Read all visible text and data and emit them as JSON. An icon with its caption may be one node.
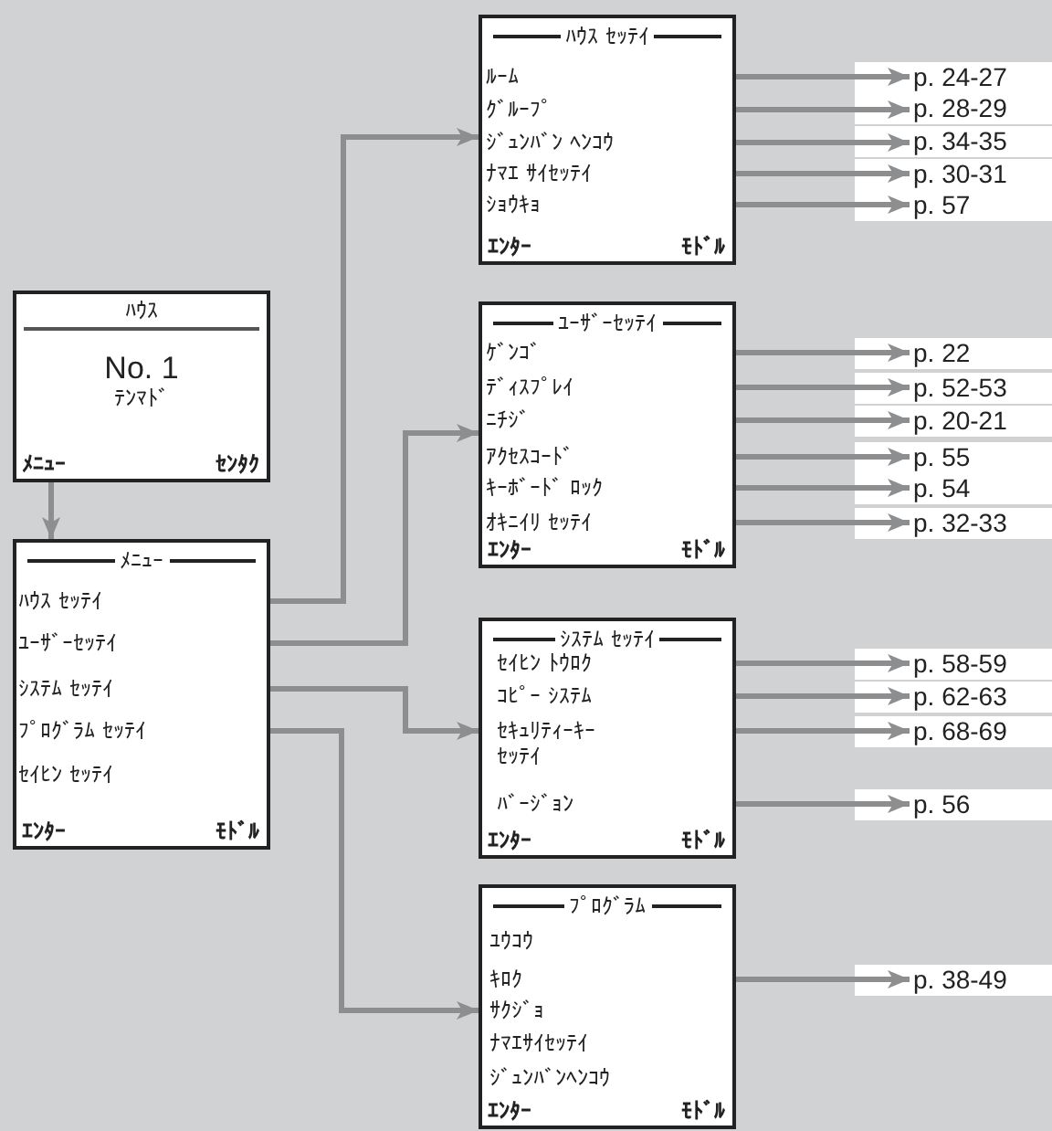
{
  "diagram": {
    "nodes": [
      {
        "text": [
          "ﾊｳｽ",
          "No. 1",
          "ﾃﾝﾏﾄﾞ",
          "ﾒﾆｭｰ",
          "ｾﾝﾀｸ"
        ]
      },
      {
        "text": [
          "ﾒﾆｭｰ",
          "ｴﾝﾀｰ",
          "ﾓﾄﾞﾙ"
        ]
      },
      {
        "text": [
          "ﾊｳｽ ｾｯﾃｲ"
        ],
        "in": 1
      },
      {
        "text": [
          "ﾕｰｻﾞｰｾｯﾃｲ"
        ],
        "in": 1
      },
      {
        "text": [
          "ｼｽﾃﾑ ｾｯﾃｲ"
        ],
        "in": 1
      },
      {
        "text": [
          "ﾌﾟﾛｸﾞﾗﾑ ｾｯﾃｲ"
        ],
        "in": 1
      },
      {
        "text": [
          "ｾｲﾋﾝ ｾｯﾃｲ"
        ],
        "in": 1
      },
      {
        "text": [
          "ﾊｳｽ ｾｯﾃｲ",
          "ｴﾝﾀｰ",
          "ﾓﾄﾞﾙ"
        ]
      },
      {
        "text": [
          "ﾙｰﾑ"
        ],
        "in": 7
      },
      {
        "text": [
          "ｸﾞﾙｰﾌﾟ"
        ],
        "in": 7
      },
      {
        "text": [
          "ｼﾞｭﾝﾊﾞﾝ ﾍﾝｺｳ"
        ],
        "in": 7
      },
      {
        "text": [
          "ﾅﾏｴ ｻｲｾｯﾃｲ"
        ],
        "in": 7
      },
      {
        "text": [
          "ｼｮｳｷｮ"
        ],
        "in": 7
      },
      {
        "text": [
          "ﾕｰｻﾞｰｾｯﾃｲ",
          "ｴﾝﾀｰ",
          "ﾓﾄﾞﾙ"
        ]
      },
      {
        "text": [
          "ｹﾞﾝｺﾞ"
        ],
        "in": 13
      },
      {
        "text": [
          "ﾃﾞｨｽﾌﾟﾚｲ"
        ],
        "in": 13
      },
      {
        "text": [
          "ﾆﾁｼﾞ"
        ],
        "in": 13
      },
      {
        "text": [
          "ｱｸｾｽｺｰﾄﾞ"
        ],
        "in": 13
      },
      {
        "text": [
          "ｷｰﾎﾞｰﾄﾞ ﾛｯｸ"
        ],
        "in": 13
      },
      {
        "text": [
          "ｵｷﾆｲﾘ ｾｯﾃｲ"
        ],
        "in": 13
      },
      {
        "text": [
          "ｼｽﾃﾑ ｾｯﾃｲ",
          "ｴﾝﾀｰ",
          "ﾓﾄﾞﾙ"
        ]
      },
      {
        "text": [
          "ｾｲﾋﾝ ﾄｳﾛｸ"
        ],
        "in": 20
      },
      {
        "text": [
          "ｺﾋﾟｰ ｼｽﾃﾑ"
        ],
        "in": 20
      },
      {
        "text": [
          "ｾｷｭﾘﾃｨｰｷｰｾｯﾃｲ"
        ],
        "in": 20
      },
      {
        "text": [
          "ﾊﾞｰｼﾞｮﾝ"
        ],
        "in": 20
      },
      {
        "text": [
          "ﾌﾟﾛｸﾞﾗﾑ",
          "ｴﾝﾀｰ",
          "ﾓﾄﾞﾙ"
        ]
      },
      {
        "text": [
          "ﾕｳｺｳ"
        ],
        "in": 25
      },
      {
        "text": [
          "ｷﾛｸ"
        ],
        "in": 25
      },
      {
        "text": [
          "ｻｸｼﾞｮ"
        ],
        "in": 25
      },
      {
        "text": [
          "ﾅﾏｴｻｲｾｯﾃｲ"
        ],
        "in": 25
      },
      {
        "text": [
          "ｼﾞｭﾝﾊﾞﾝﾍﾝｺｳ"
        ],
        "in": 25
      },
      {
        "text": [
          "p. 24-27"
        ]
      },
      {
        "text": [
          "p. 28-29"
        ]
      },
      {
        "text": [
          "p. 34-35"
        ]
      },
      {
        "text": [
          "p. 30-31"
        ]
      },
      {
        "text": [
          "p. 57"
        ]
      },
      {
        "text": [
          "p. 22"
        ]
      },
      {
        "text": [
          "p. 52-53"
        ]
      },
      {
        "text": [
          "p. 20-21"
        ]
      },
      {
        "text": [
          "p. 55"
        ]
      },
      {
        "text": [
          "p. 54"
        ]
      },
      {
        "text": [
          "p. 32-33"
        ]
      },
      {
        "text": [
          "p. 58-59"
        ]
      },
      {
        "text": [
          "p. 62-63"
        ]
      },
      {
        "text": [
          "p. 68-69"
        ]
      },
      {
        "text": [
          "p. 56"
        ]
      },
      {
        "text": [
          "p. 38-49"
        ]
      }
    ],
    "edges": [
      {
        "from": 0,
        "to": 1,
        "arrow": "to"
      },
      {
        "from": 2,
        "to": 7,
        "arrow": "to"
      },
      {
        "from": 3,
        "to": 13,
        "arrow": "to"
      },
      {
        "from": 4,
        "to": 20,
        "arrow": "to"
      },
      {
        "from": 5,
        "to": 25,
        "arrow": "to"
      },
      {
        "from": 8,
        "to": 31,
        "arrow": "to"
      },
      {
        "from": 9,
        "to": 32,
        "arrow": "to"
      },
      {
        "from": 10,
        "to": 33,
        "arrow": "to"
      },
      {
        "from": 11,
        "to": 34,
        "arrow": "to"
      },
      {
        "from": 12,
        "to": 35,
        "arrow": "to"
      },
      {
        "from": 14,
        "to": 36,
        "arrow": "to"
      },
      {
        "from": 15,
        "to": 37,
        "arrow": "to"
      },
      {
        "from": 16,
        "to": 38,
        "arrow": "to"
      },
      {
        "from": 17,
        "to": 39,
        "arrow": "to"
      },
      {
        "from": 18,
        "to": 40,
        "arrow": "to"
      },
      {
        "from": 19,
        "to": 41,
        "arrow": "to"
      },
      {
        "from": 21,
        "to": 42,
        "arrow": "to"
      },
      {
        "from": 22,
        "to": 43,
        "arrow": "to"
      },
      {
        "from": 23,
        "to": 44,
        "arrow": "to"
      },
      {
        "from": 24,
        "to": 45,
        "arrow": "to"
      },
      {
        "from": 27,
        "to": 46,
        "arrow": "to"
      }
    ]
  }
}
